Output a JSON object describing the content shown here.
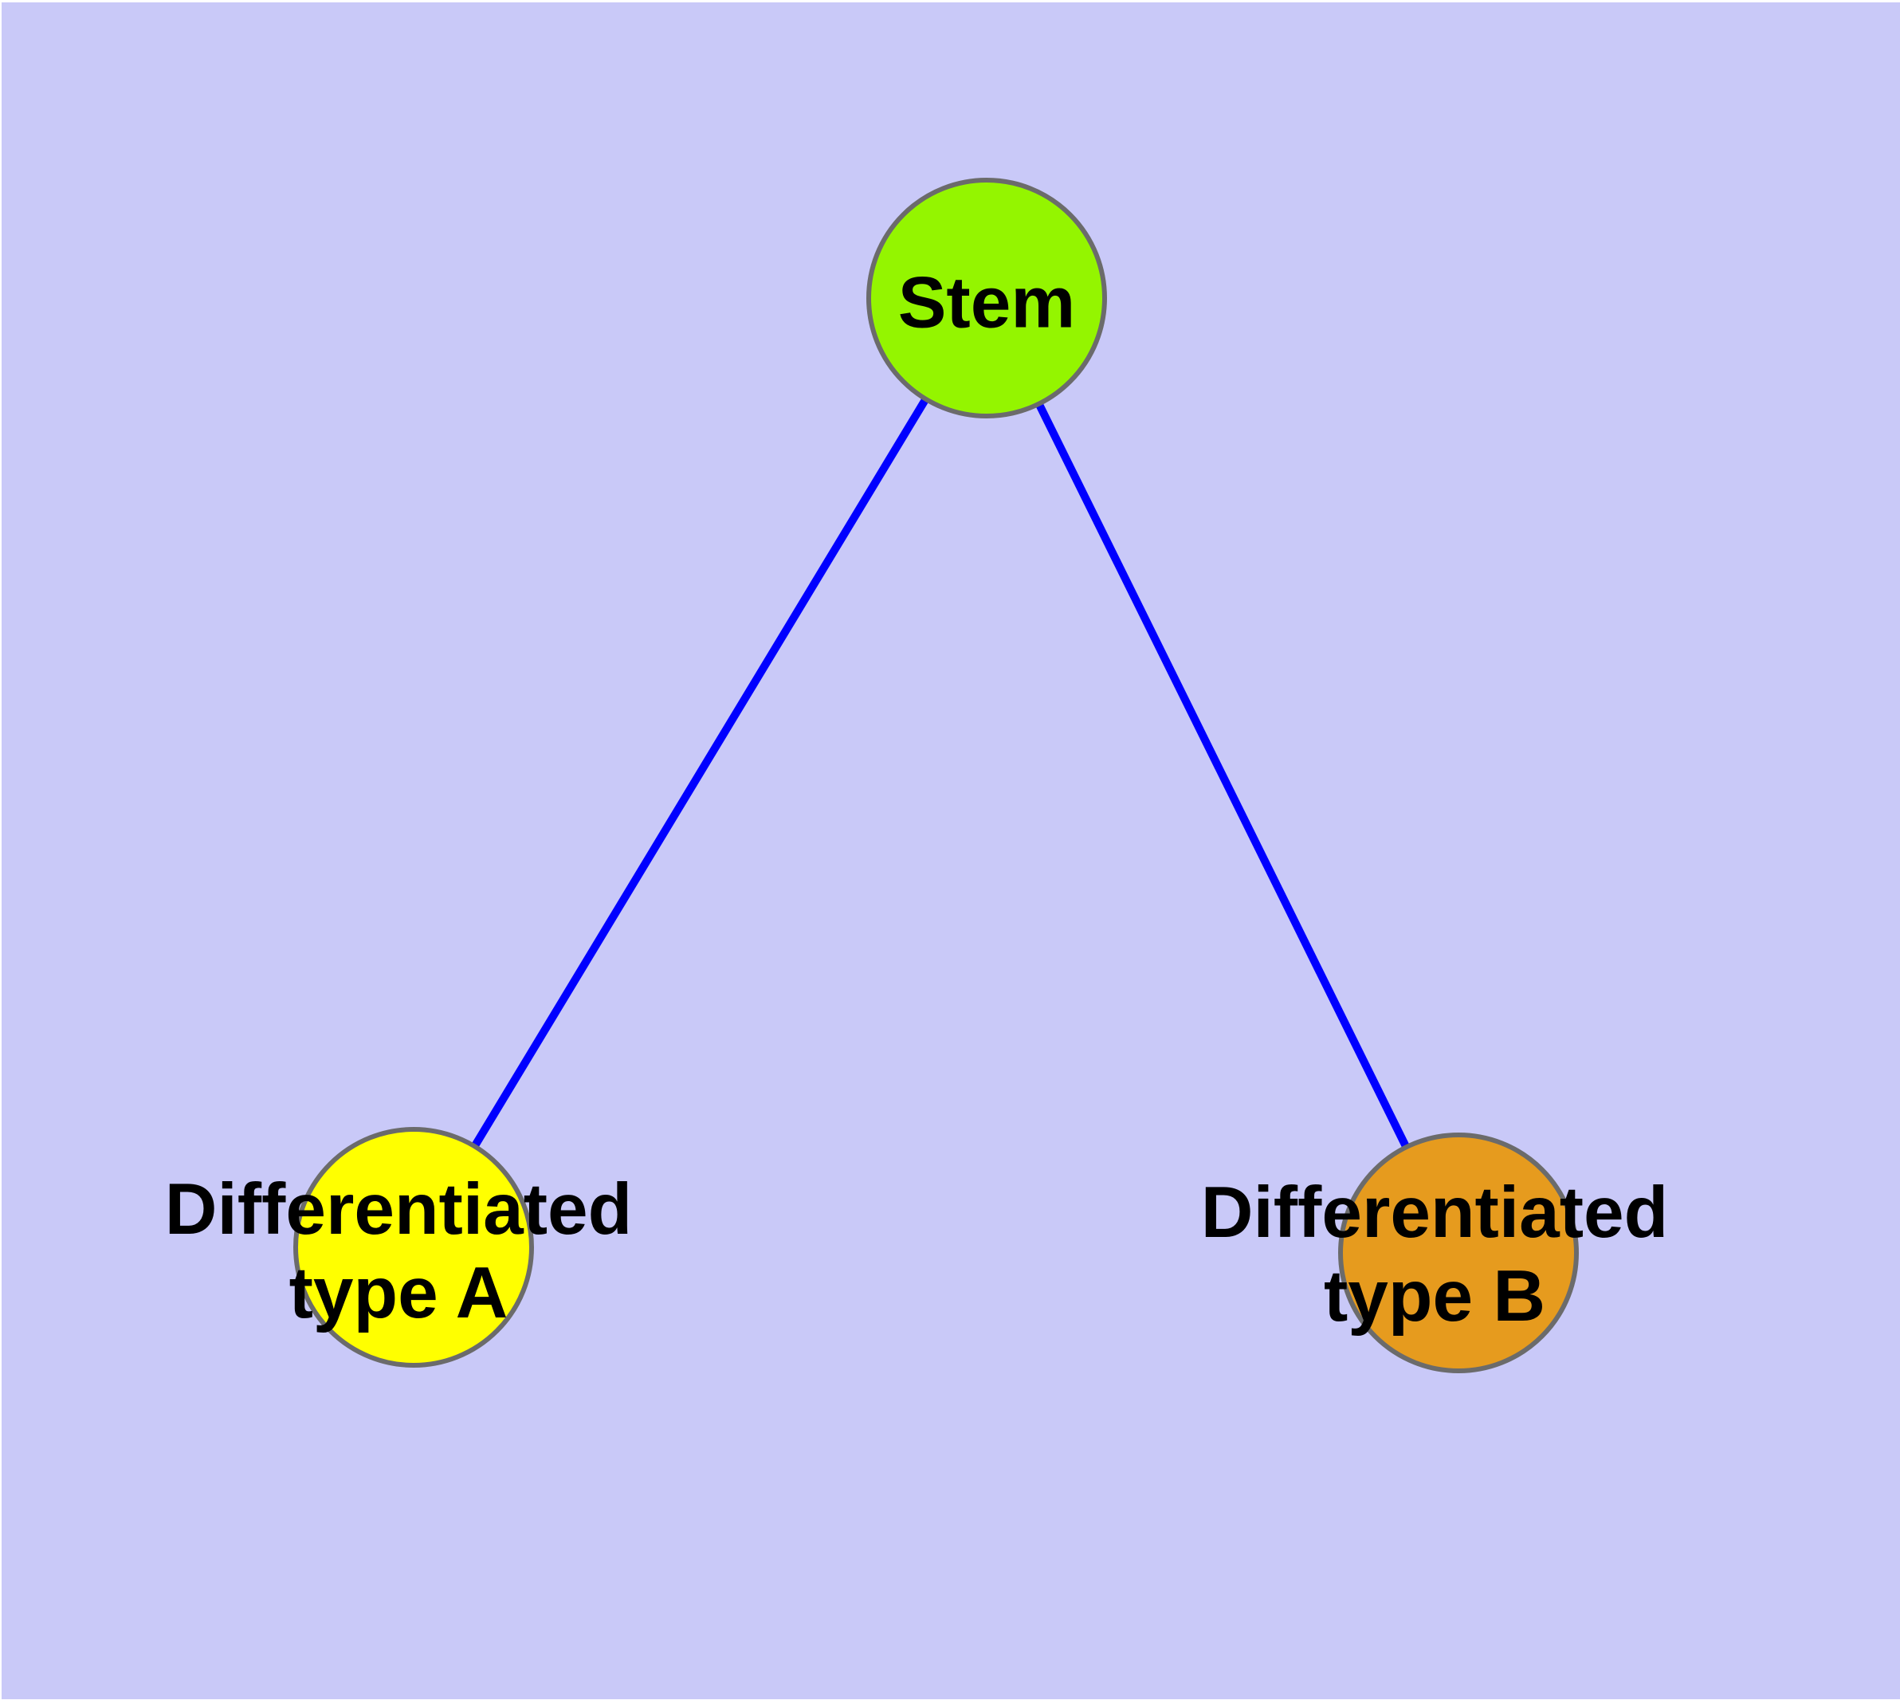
{
  "figure": {
    "background_color": "#ffffff",
    "panel_color": "#c9c9f8",
    "edge_color": "#0000ff",
    "node_border_color": "#6b6b6b",
    "label_color": "#000000",
    "nodes": [
      {
        "id": "stem",
        "label": "Stem",
        "fill": "#94f500"
      },
      {
        "id": "differentiated-type-a",
        "label": "Differentiated type A",
        "label_line1": "Differentiated",
        "label_line2": "type A",
        "fill": "#ffff00"
      },
      {
        "id": "differentiated-type-b",
        "label": "Differentiated type B",
        "label_line1": "Differentiated",
        "label_line2": "type B",
        "fill": "#e69b1e"
      }
    ],
    "edges": [
      {
        "from": "Stem",
        "to": "Differentiated type A"
      },
      {
        "from": "Stem",
        "to": "Differentiated type B"
      }
    ]
  }
}
